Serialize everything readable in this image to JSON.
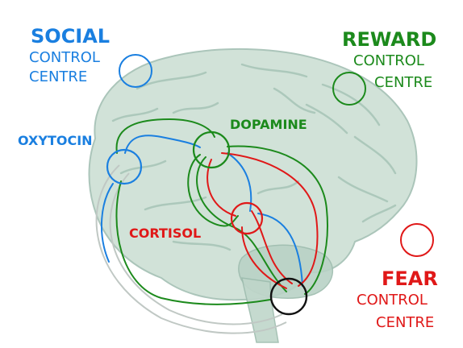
{
  "labels": {
    "social": {
      "title": "SOCIAL",
      "line1": "CONTROL",
      "line2": "CENTRE"
    },
    "reward": {
      "title": "REWARD",
      "line1": "CONTROL",
      "line2": "CENTRE"
    },
    "fear": {
      "title": "FEAR",
      "line1": "CONTROL",
      "line2": "CENTRE"
    },
    "oxytocin": "OXYTOCIN",
    "dopamine": "DOPAMINE",
    "cortisol": "CORTISOL"
  },
  "colors": {
    "social": "#1a7fe0",
    "reward": "#1c8a1c",
    "fear": "#e01818",
    "pathway_black": "#111111",
    "brain_fill": "#c9ddd2",
    "brain_line": "#9dbcae"
  }
}
